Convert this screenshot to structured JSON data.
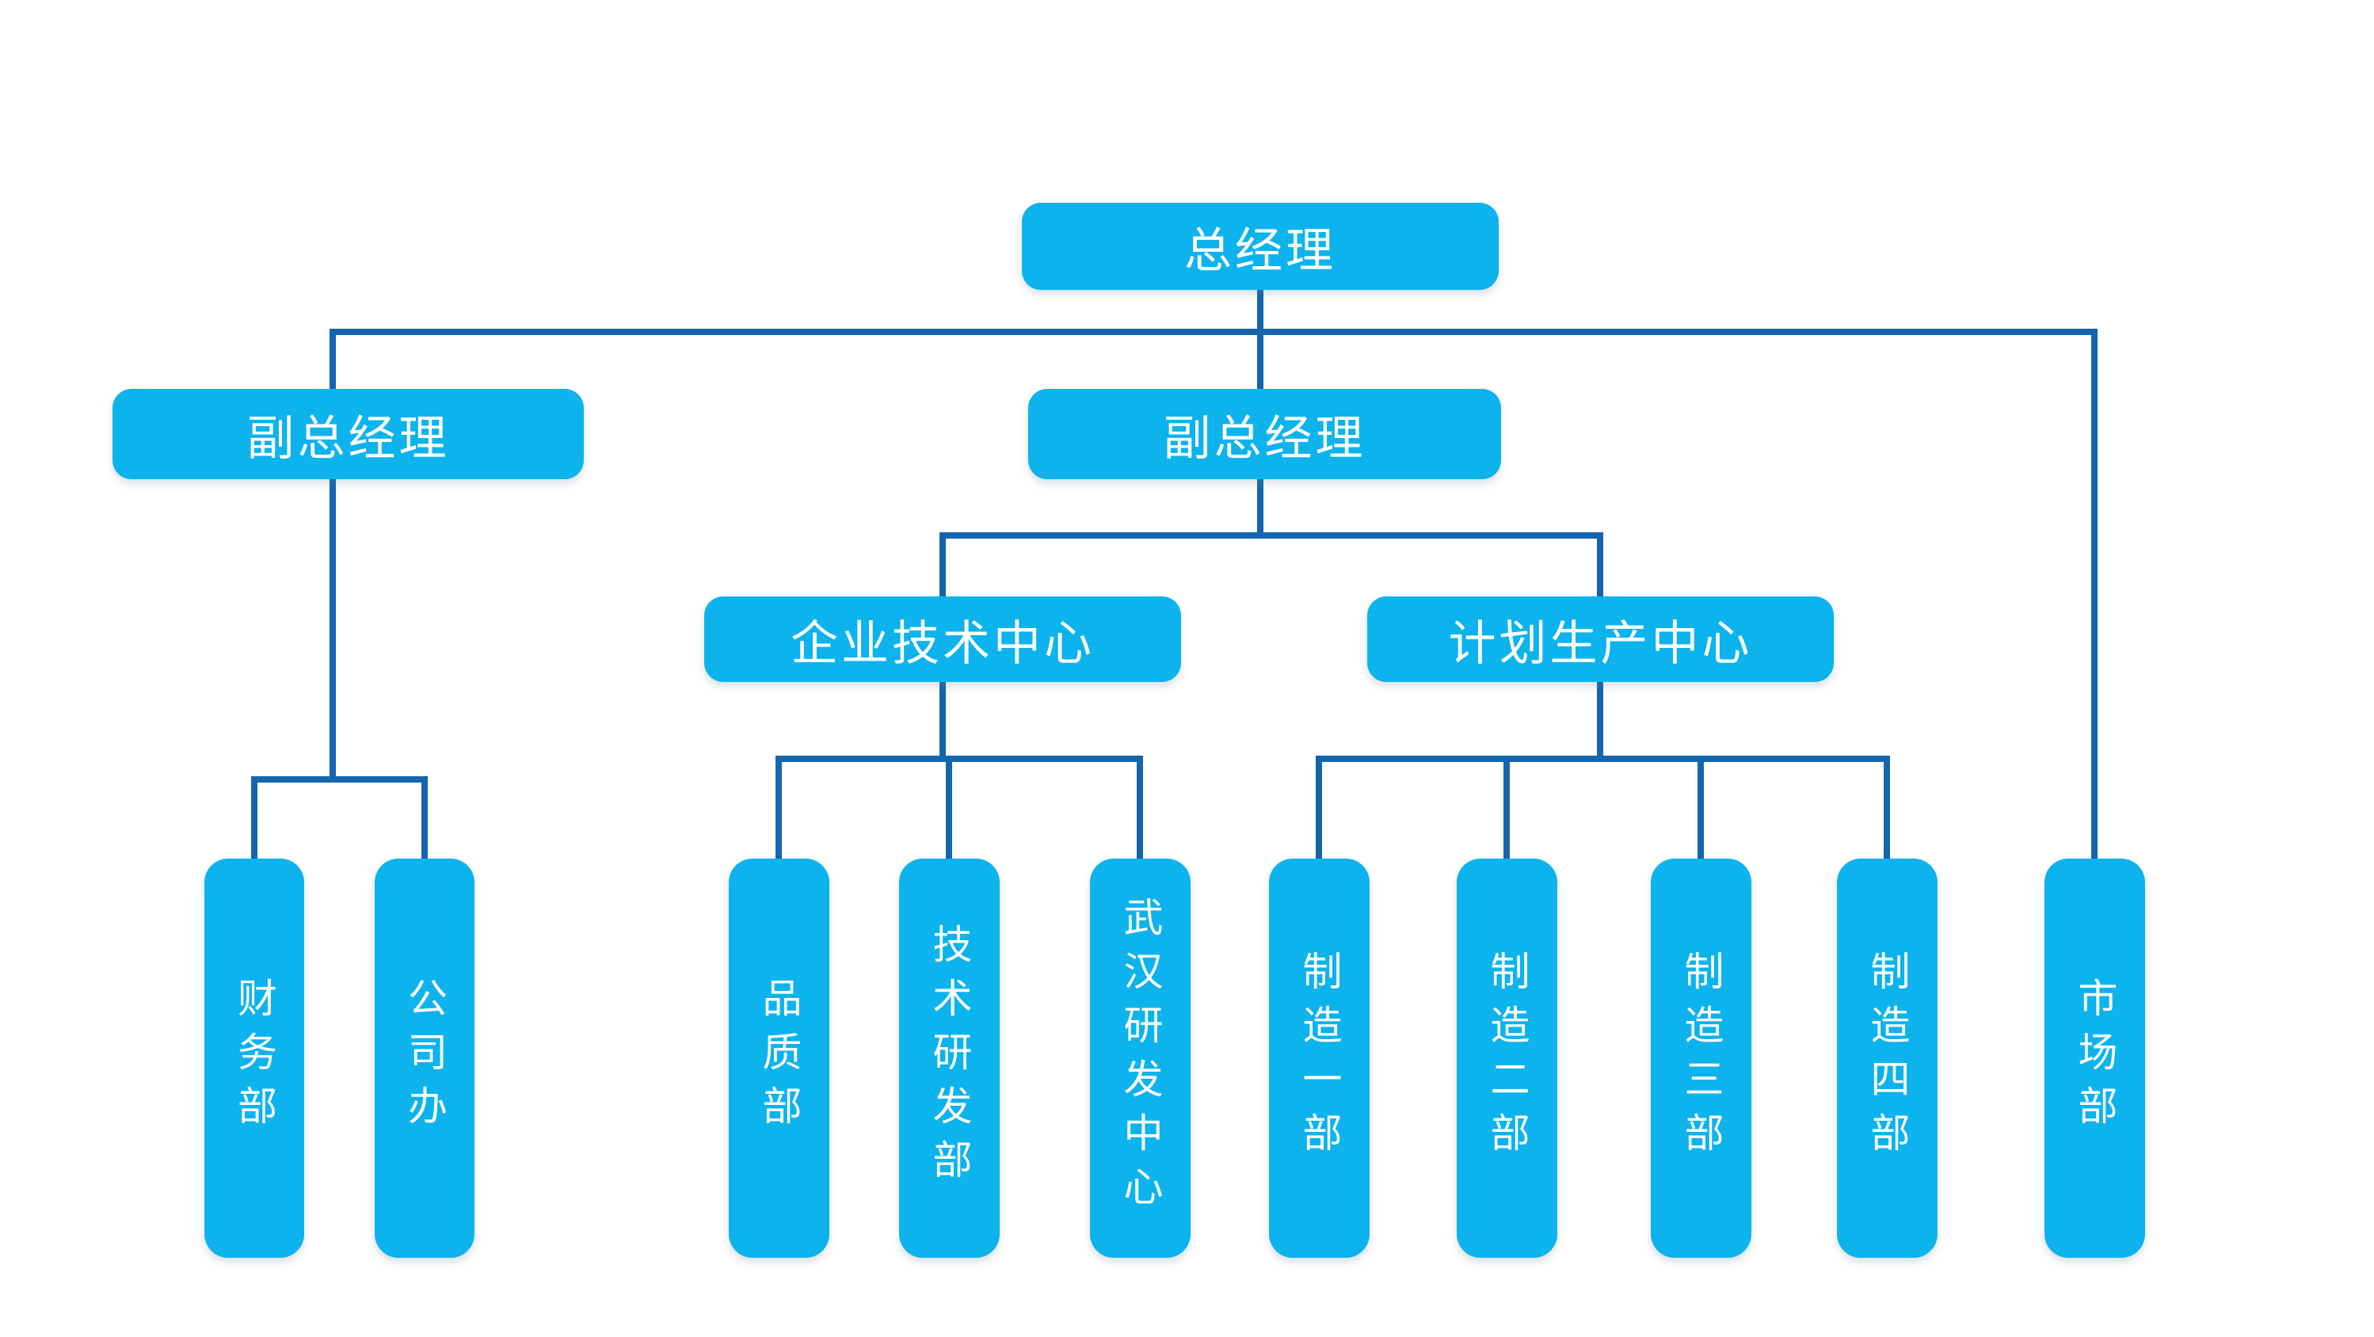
{
  "org": {
    "nodes": {
      "gm": {
        "label": "总经理",
        "level": 1
      },
      "vp_left": {
        "label": "副总经理",
        "level": 2
      },
      "vp_mid": {
        "label": "副总经理",
        "level": 2
      },
      "tech_center": {
        "label": "企业技术中心",
        "level": 3
      },
      "prod_center": {
        "label": "计划生产中心",
        "level": 3
      },
      "finance": {
        "label": "财务部",
        "level": 4
      },
      "office": {
        "label": "公司办",
        "level": 4
      },
      "quality": {
        "label": "品质部",
        "level": 4
      },
      "tech_rnd": {
        "label": "技术研发部",
        "level": 4
      },
      "wuhan_rnd": {
        "label": "武汉研发中心",
        "level": 4
      },
      "mfg1": {
        "label": "制造一部",
        "level": 4
      },
      "mfg2": {
        "label": "制造二部",
        "level": 4
      },
      "mfg3": {
        "label": "制造三部",
        "level": 4
      },
      "mfg4": {
        "label": "制造四部",
        "level": 4
      },
      "market": {
        "label": "市场部",
        "level": 4
      }
    },
    "hierarchy": [
      {
        "parent": "gm",
        "children": [
          "vp_left",
          "vp_mid",
          "market"
        ]
      },
      {
        "parent": "vp_left",
        "children": [
          "finance",
          "office"
        ]
      },
      {
        "parent": "vp_mid",
        "children": [
          "tech_center",
          "prod_center"
        ]
      },
      {
        "parent": "tech_center",
        "children": [
          "quality",
          "tech_rnd",
          "wuhan_rnd"
        ]
      },
      {
        "parent": "prod_center",
        "children": [
          "mfg1",
          "mfg2",
          "mfg3",
          "mfg4"
        ]
      }
    ],
    "colors": {
      "node_fill": "#0cb3ec",
      "connector": "#1565ad",
      "node_text": "#ffffff",
      "background": "#ffffff"
    }
  }
}
